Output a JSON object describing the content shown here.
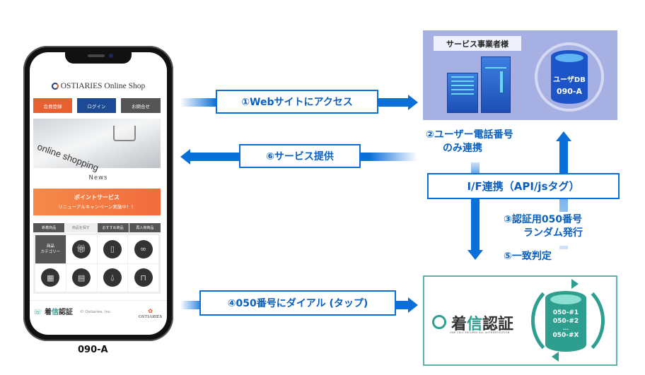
{
  "phone": {
    "shop_title": "OSTIARIES Online Shop",
    "buttons": [
      {
        "label": "会員登録",
        "color": "#e8602f"
      },
      {
        "label": "ログイン",
        "color": "#1c4a94"
      },
      {
        "label": "お問合せ",
        "color": "#555555"
      }
    ],
    "banner_text": "online shopping",
    "news_heading": "News",
    "promo": {
      "title": "ポイントサービス",
      "subtitle": "リニューアルキャンペーン実施中！！"
    },
    "tabs": [
      "新着商品",
      "商品を探す",
      "おすすめ商品",
      "再入荷商品"
    ],
    "category_label": "商品\nカテゴリー",
    "category_icons": [
      "gift-icon",
      "shirt-icon",
      "glasses-icon",
      "calculator-icon",
      "cabinet-icon",
      "lamp-icon",
      "chair-icon"
    ],
    "footer": {
      "logo_prefix": "着",
      "logo_accent": "信",
      "logo_suffix": "認証",
      "copyright": "© Ostiaries, Inc.",
      "brand": "OSTIARIES"
    },
    "number_label": "090-A"
  },
  "flow": {
    "step1": "①Webサイトにアクセス",
    "step6": "⑥サービス提供",
    "step4": "④050番号にダイアル (タップ)",
    "step2_line1": "②ユーザー電話番号",
    "step2_line2": "のみ連携",
    "interface": "I/F連携（API/jsタグ）",
    "step3_line1": "③認証用050番号",
    "step3_line2": "ランダム発行",
    "step5": "⑤一致判定"
  },
  "service": {
    "label": "サービス事業者様",
    "db_line1": "ユーザDB",
    "db_line2": "090-A"
  },
  "auth": {
    "logo_prefix": "着",
    "logo_accent": "信",
    "logo_suffix": "認証",
    "tagline": "ONE CALL SECURES ALL AUTHENTICATION",
    "numbers": [
      "050-#1",
      "050-#2",
      "...",
      "050-#X"
    ]
  },
  "colors": {
    "arrow": "#0a6fd8",
    "service_bg": "#a7b0e3",
    "auth_teal": "#2e9e8f"
  }
}
